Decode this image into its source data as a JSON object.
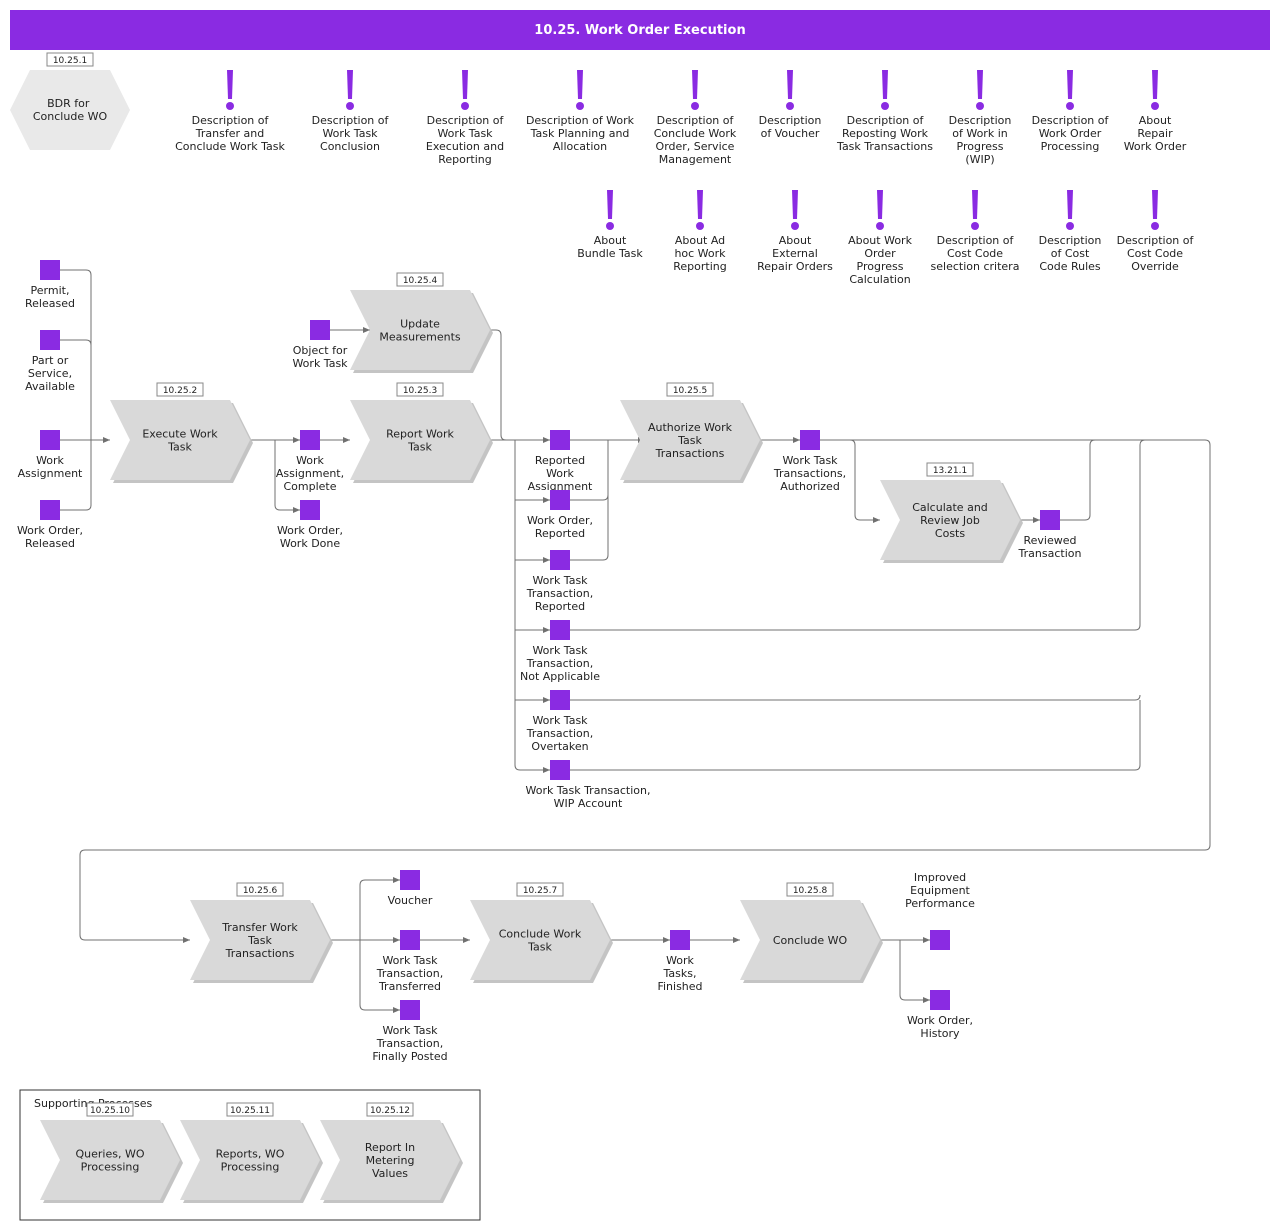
{
  "title": "10.25. Work Order Execution",
  "bdr": {
    "id": "10.25.1",
    "lines": [
      "BDR for",
      "Conclude WO"
    ]
  },
  "notes_row1": [
    {
      "lines": [
        "Description of",
        "Transfer and",
        "Conclude Work Task"
      ]
    },
    {
      "lines": [
        "Description of",
        "Work Task",
        "Conclusion"
      ]
    },
    {
      "lines": [
        "Description of",
        "Work Task",
        "Execution and",
        "Reporting"
      ]
    },
    {
      "lines": [
        "Description of Work",
        "Task Planning and",
        "Allocation"
      ]
    },
    {
      "lines": [
        "Description of",
        "Conclude Work",
        "Order, Service",
        "Management"
      ]
    },
    {
      "lines": [
        "Description",
        "of Voucher"
      ]
    },
    {
      "lines": [
        "Description of",
        "Reposting Work",
        "Task Transactions"
      ]
    },
    {
      "lines": [
        "Description",
        "of Work in",
        "Progress",
        "(WIP)"
      ]
    },
    {
      "lines": [
        "Description of",
        "Work Order",
        "Processing"
      ]
    },
    {
      "lines": [
        "About",
        "Repair",
        "Work Order"
      ]
    }
  ],
  "notes_row2": [
    {
      "lines": [
        "About",
        "Bundle Task"
      ]
    },
    {
      "lines": [
        "About Ad",
        "hoc Work",
        "Reporting"
      ]
    },
    {
      "lines": [
        "About",
        "External",
        "Repair Orders"
      ]
    },
    {
      "lines": [
        "About Work",
        "Order",
        "Progress",
        "Calculation"
      ]
    },
    {
      "lines": [
        "Description of",
        "Cost Code",
        "selection critera"
      ]
    },
    {
      "lines": [
        "Description",
        "of Cost",
        "Code Rules"
      ]
    },
    {
      "lines": [
        "Description of",
        "Cost Code",
        "Override"
      ]
    }
  ],
  "processes": [
    {
      "id": "10.25.2",
      "lines": [
        "Execute Work",
        "Task"
      ]
    },
    {
      "id": "10.25.4",
      "lines": [
        "Update",
        "Measurements"
      ]
    },
    {
      "id": "10.25.3",
      "lines": [
        "Report Work",
        "Task"
      ]
    },
    {
      "id": "10.25.5",
      "lines": [
        "Authorize Work",
        "Task",
        "Transactions"
      ]
    },
    {
      "id": "13.21.1",
      "lines": [
        "Calculate and",
        "Review Job",
        "Costs"
      ]
    },
    {
      "id": "10.25.6",
      "lines": [
        "Transfer Work",
        "Task",
        "Transactions"
      ]
    },
    {
      "id": "10.25.7",
      "lines": [
        "Conclude Work",
        "Task"
      ]
    },
    {
      "id": "10.25.8",
      "lines": [
        "Conclude WO"
      ]
    }
  ],
  "events": [
    {
      "lines": [
        "Permit,",
        "Released"
      ]
    },
    {
      "lines": [
        "Part or",
        "Service,",
        "Available"
      ]
    },
    {
      "lines": [
        "Work",
        "Assignment"
      ]
    },
    {
      "lines": [
        "Work Order,",
        "Released"
      ]
    },
    {
      "lines": [
        "Object for",
        "Work Task"
      ]
    },
    {
      "lines": [
        "Work",
        "Assignment,",
        "Complete"
      ]
    },
    {
      "lines": [
        "Work Order,",
        "Work Done"
      ]
    },
    {
      "lines": [
        "Reported",
        "Work",
        "Assignment"
      ]
    },
    {
      "lines": [
        "Work Order,",
        "Reported"
      ]
    },
    {
      "lines": [
        "Work Task",
        "Transaction,",
        "Reported"
      ]
    },
    {
      "lines": [
        "Work Task",
        "Transaction,",
        "Not Applicable"
      ]
    },
    {
      "lines": [
        "Work Task",
        "Transaction,",
        "Overtaken"
      ]
    },
    {
      "lines": [
        "Work Task Transaction,",
        "WIP Account"
      ]
    },
    {
      "lines": [
        "Work Task",
        "Transactions,",
        "Authorized"
      ]
    },
    {
      "lines": [
        "Reviewed",
        "Transaction"
      ]
    },
    {
      "lines": [
        "Voucher"
      ]
    },
    {
      "lines": [
        "Work Task",
        "Transaction,",
        "Transferred"
      ]
    },
    {
      "lines": [
        "Work Task",
        "Transaction,",
        "Finally Posted"
      ]
    },
    {
      "lines": [
        "Work",
        "Tasks,",
        "Finished"
      ]
    },
    {
      "lines": [
        "Improved",
        "Equipment",
        "Performance"
      ]
    },
    {
      "lines": [
        "Work Order,",
        "History"
      ]
    }
  ],
  "supporting": {
    "label": "Supporting Processes",
    "processes": [
      {
        "id": "10.25.10",
        "lines": [
          "Queries, WO",
          "Processing"
        ]
      },
      {
        "id": "10.25.11",
        "lines": [
          "Reports, WO",
          "Processing"
        ]
      },
      {
        "id": "10.25.12",
        "lines": [
          "Report In",
          "Metering",
          "Values"
        ]
      }
    ]
  },
  "colors": {
    "accent": "#8a2be2",
    "process_fill": "#d9d9d9",
    "connector": "#707070"
  },
  "icons": {
    "note": "exclamation-icon",
    "event": "event-square",
    "bdr": "hexagon-shape"
  }
}
